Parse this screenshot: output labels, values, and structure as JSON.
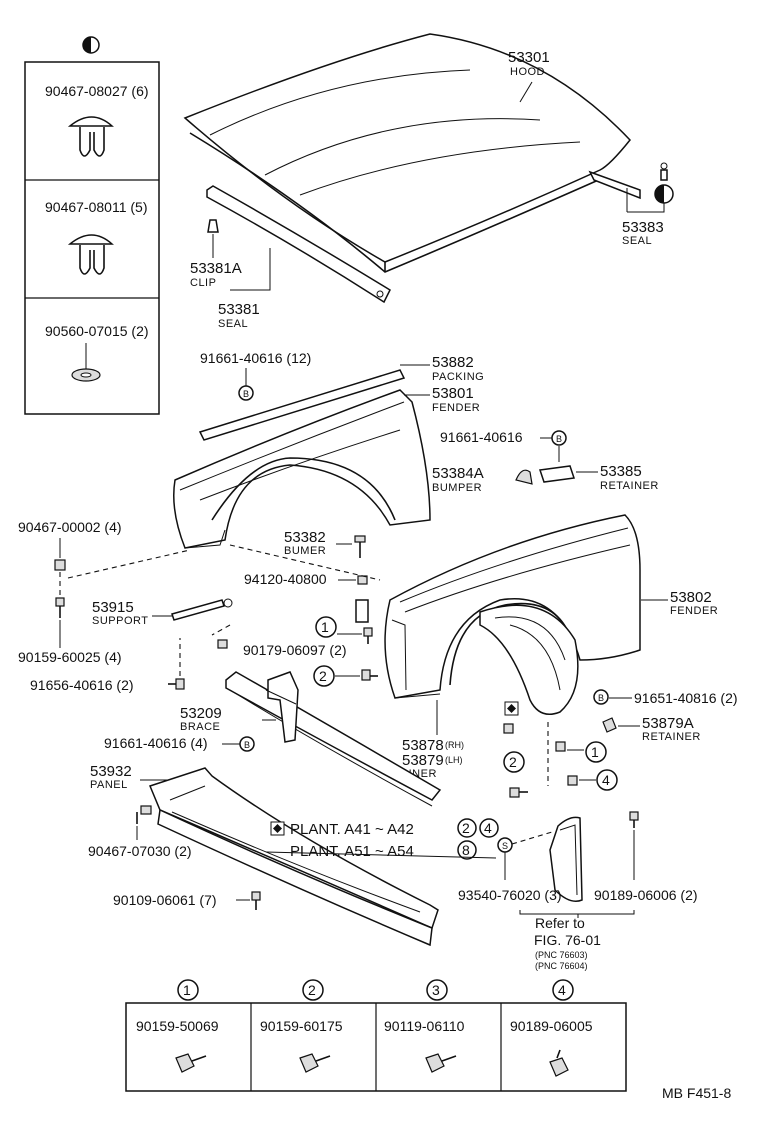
{
  "clip_box": {
    "symbol": "half-filled-circle",
    "items": [
      {
        "part_no": "90467-08027 (6)"
      },
      {
        "part_no": "90467-08011 (5)"
      },
      {
        "part_no": "90560-07015 (2)"
      }
    ]
  },
  "callouts": {
    "hood": {
      "pnc": "53301",
      "name": "HOOD"
    },
    "seal_53383": {
      "pnc": "53383",
      "name": "SEAL"
    },
    "clip_53381a": {
      "pnc": "53381A",
      "name": "CLIP"
    },
    "seal_53381": {
      "pnc": "53381",
      "name": "SEAL"
    },
    "packing": {
      "pnc": "53882",
      "name": "PACKING"
    },
    "fender_rh": {
      "pnc": "53801",
      "name": "FENDER"
    },
    "bolt_top": {
      "part_no": "91661-40616 (12)",
      "symbol": "B"
    },
    "bolt_right": {
      "part_no": "91661-40616",
      "symbol": "B"
    },
    "bumper": {
      "pnc": "53384A",
      "name": "BUMPER"
    },
    "retainer_53385": {
      "pnc": "53385",
      "name": "RETAINER"
    },
    "clip_90467_00002": {
      "part_no": "90467-00002 (4)"
    },
    "bumer_53382": {
      "pnc": "53382",
      "name": "BUMER"
    },
    "nut_94120": {
      "part_no": "94120-40800"
    },
    "support": {
      "pnc": "53915",
      "name": "SUPPORT"
    },
    "screw_90159_60025": {
      "part_no": "90159-60025 (4)"
    },
    "nut_90179": {
      "part_no": "90179-06097 (2)"
    },
    "bolt_91656": {
      "part_no": "91656-40616 (2)"
    },
    "fender_lh": {
      "pnc": "53802",
      "name": "FENDER"
    },
    "bolt_91651": {
      "part_no": "91651-40816 (2)",
      "symbol": "B"
    },
    "retainer_53879a": {
      "pnc": "53879A",
      "name": "RETAINER"
    },
    "brace": {
      "pnc": "53209",
      "name": "BRACE"
    },
    "bolt_brace": {
      "part_no": "91661-40616 (4)",
      "symbol": "B"
    },
    "liner_rh": {
      "pnc": "53878",
      "side": "(RH)"
    },
    "liner_lh": {
      "pnc": "53879",
      "side": "(LH)",
      "name": "LINER"
    },
    "panel": {
      "pnc": "53932",
      "name": "PANEL"
    },
    "clip_90467_07030": {
      "part_no": "90467-07030 (2)"
    },
    "screw_90109": {
      "part_no": "90109-06061 (7)"
    },
    "screw_93540": {
      "part_no": "93540-76020 (3)",
      "symbol": "S"
    },
    "screw_90189_06006": {
      "part_no": "90189-06006 (2)"
    }
  },
  "plant_notes": {
    "line1": "PLANT. A41 ~ A42",
    "line1_refs": [
      "2",
      "4"
    ],
    "line2": "PLANT. A51 ~ A54",
    "line2_ref": "8"
  },
  "refer": {
    "line1": "Refer to",
    "line2": "FIG. 76-01",
    "pnc1": "(PNC 76603)",
    "pnc2": "(PNC 76604)"
  },
  "circled_refs": [
    "1",
    "2",
    "4",
    "2",
    "4",
    "1",
    "4"
  ],
  "screw_table": [
    {
      "ref": "1",
      "part_no": "90159-50069"
    },
    {
      "ref": "2",
      "part_no": "90159-60175"
    },
    {
      "ref": "3",
      "part_no": "90119-06110"
    },
    {
      "ref": "4",
      "part_no": "90189-06005"
    }
  ],
  "footer": {
    "code": "MB  F451-8"
  }
}
